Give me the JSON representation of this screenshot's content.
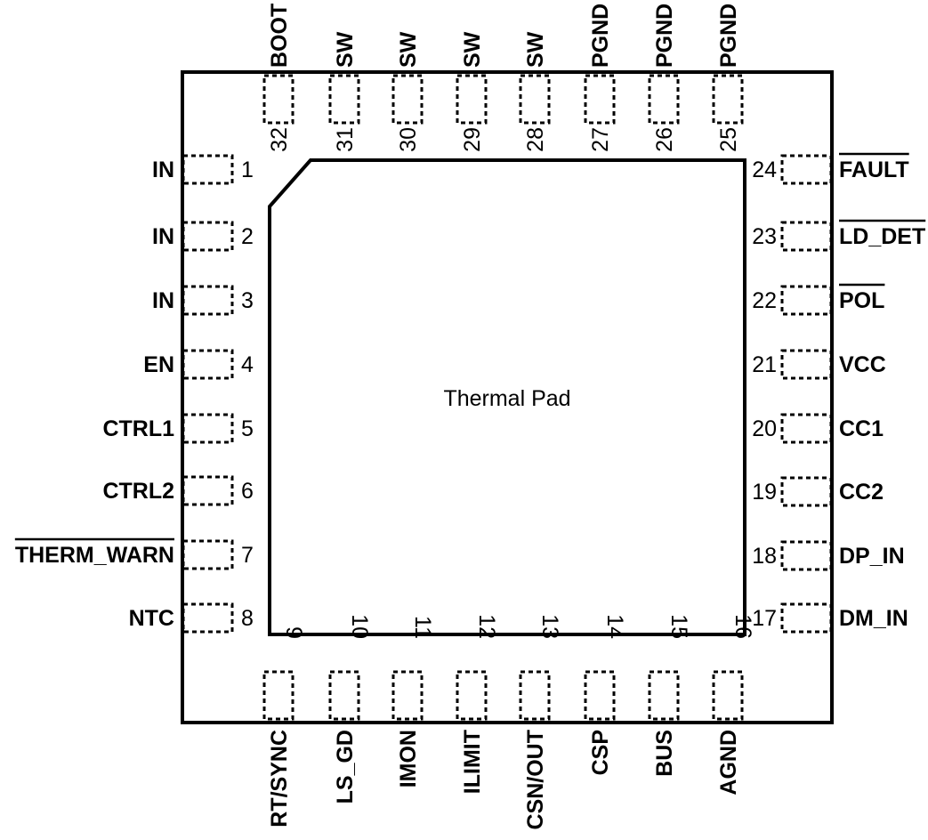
{
  "thermal_pad": {
    "label": "Thermal Pad"
  },
  "pins": {
    "left": [
      {
        "num": "1",
        "name": "IN",
        "active_low": false
      },
      {
        "num": "2",
        "name": "IN",
        "active_low": false
      },
      {
        "num": "3",
        "name": "IN",
        "active_low": false
      },
      {
        "num": "4",
        "name": "EN",
        "active_low": false
      },
      {
        "num": "5",
        "name": "CTRL1",
        "active_low": false
      },
      {
        "num": "6",
        "name": "CTRL2",
        "active_low": false
      },
      {
        "num": "7",
        "name": "THERM_WARN",
        "active_low": true
      },
      {
        "num": "8",
        "name": "NTC",
        "active_low": false
      }
    ],
    "bottom": [
      {
        "num": "9",
        "name": "RT/SYNC",
        "active_low": false
      },
      {
        "num": "10",
        "name": "LS_GD",
        "active_low": false
      },
      {
        "num": "11",
        "name": "IMON",
        "active_low": false
      },
      {
        "num": "12",
        "name": "ILIMIT",
        "active_low": false
      },
      {
        "num": "13",
        "name": "CSN/OUT",
        "active_low": false
      },
      {
        "num": "14",
        "name": "CSP",
        "active_low": false
      },
      {
        "num": "15",
        "name": "BUS",
        "active_low": false
      },
      {
        "num": "16",
        "name": "AGND",
        "active_low": false
      }
    ],
    "right": [
      {
        "num": "17",
        "name": "DM_IN",
        "active_low": false
      },
      {
        "num": "18",
        "name": "DP_IN",
        "active_low": false
      },
      {
        "num": "19",
        "name": "CC2",
        "active_low": false
      },
      {
        "num": "20",
        "name": "CC1",
        "active_low": false
      },
      {
        "num": "21",
        "name": "VCC",
        "active_low": false
      },
      {
        "num": "22",
        "name": "POL",
        "active_low": true
      },
      {
        "num": "23",
        "name": "LD_DET",
        "active_low": true
      },
      {
        "num": "24",
        "name": "FAULT",
        "active_low": true
      }
    ],
    "top": [
      {
        "num": "25",
        "name": "PGND",
        "active_low": false
      },
      {
        "num": "26",
        "name": "PGND",
        "active_low": false
      },
      {
        "num": "27",
        "name": "PGND",
        "active_low": false
      },
      {
        "num": "28",
        "name": "SW",
        "active_low": false
      },
      {
        "num": "29",
        "name": "SW",
        "active_low": false
      },
      {
        "num": "30",
        "name": "SW",
        "active_low": false
      },
      {
        "num": "31",
        "name": "SW",
        "active_low": false
      },
      {
        "num": "32",
        "name": "BOOT",
        "active_low": false
      }
    ]
  }
}
